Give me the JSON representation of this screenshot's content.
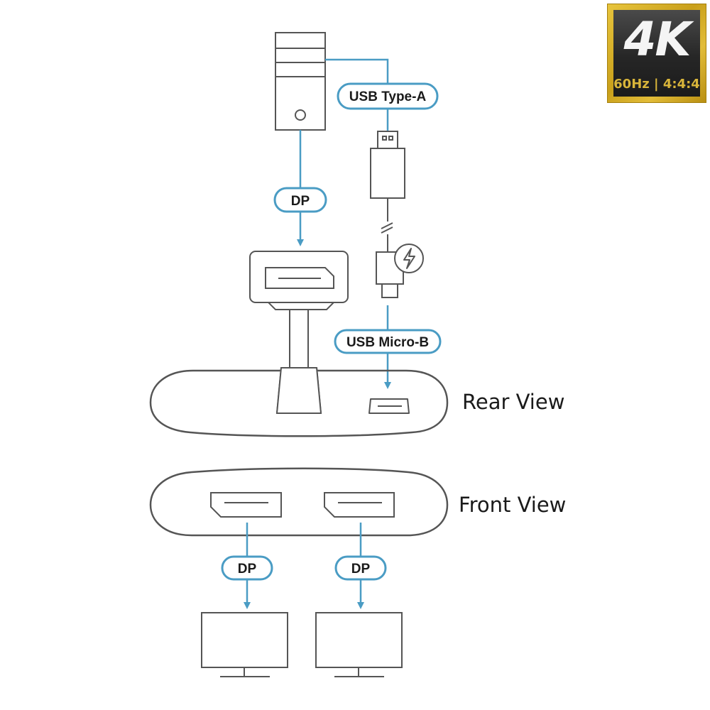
{
  "labels": {
    "usb_type_a": "USB Type-A",
    "dp_source": "DP",
    "usb_micro_b": "USB Micro-B",
    "rear_view": "Rear View",
    "front_view": "Front View",
    "dp_out_1": "DP",
    "dp_out_2": "DP"
  },
  "badge": {
    "resolution": "4K",
    "spec": "60Hz | 4:4:4"
  },
  "colors": {
    "accent": "#4a9cc4",
    "outline": "#555555",
    "badge_gold": "#d4ae2c",
    "badge_dark": "#2a2a2a"
  }
}
